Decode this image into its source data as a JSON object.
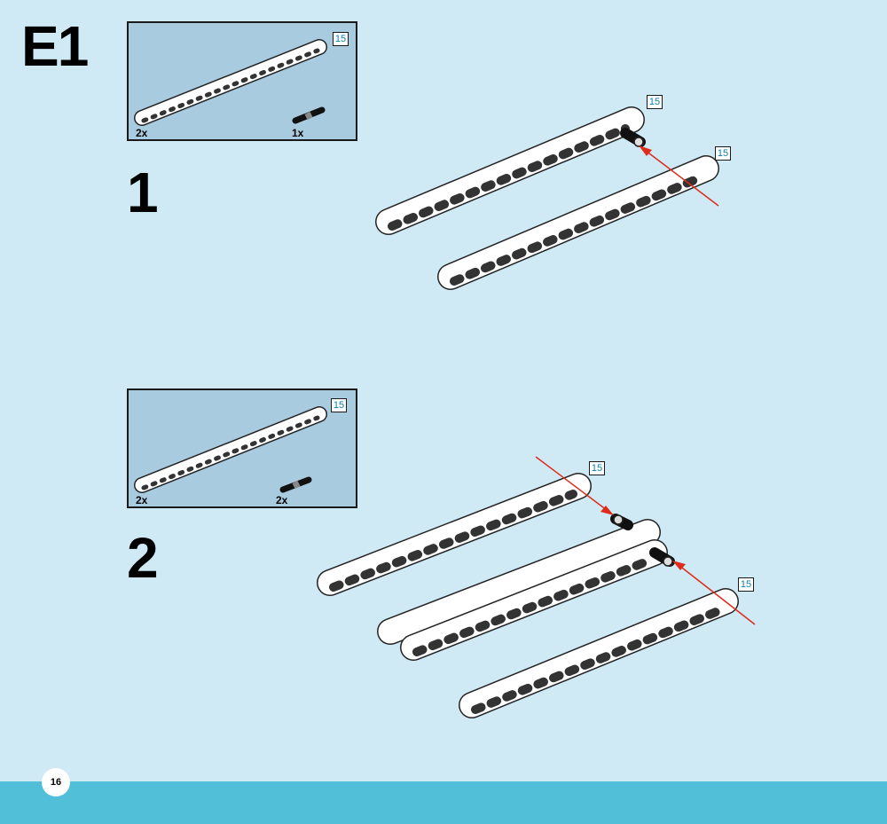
{
  "section": {
    "title": "E1"
  },
  "steps": [
    {
      "number": "1",
      "parts": [
        {
          "name": "beam",
          "length_label": "15",
          "quantity": "2x"
        },
        {
          "name": "connector-pin",
          "quantity": "1x"
        }
      ],
      "assembly_labels": [
        "15",
        "15"
      ]
    },
    {
      "number": "2",
      "parts": [
        {
          "name": "beam",
          "length_label": "15",
          "quantity": "2x"
        },
        {
          "name": "connector-pin",
          "quantity": "2x"
        }
      ],
      "assembly_labels": [
        "15",
        "15"
      ]
    }
  ],
  "page": {
    "number": "16"
  },
  "colors": {
    "background": "#cfeaf5",
    "parts_box": "#a8cbdf",
    "footer": "#52bfd9",
    "arrow": "#e02a1a",
    "badge_text": "#0a7fae"
  }
}
